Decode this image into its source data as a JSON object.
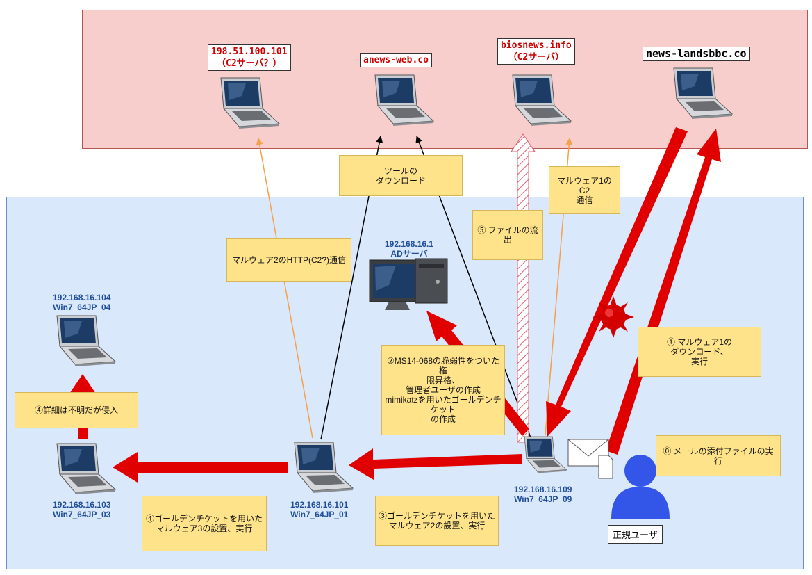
{
  "external_hosts": [
    {
      "line1": "198.51.100.101",
      "line2": "（C2サーバ？）"
    },
    {
      "line1": "anews-web.co"
    },
    {
      "line1": "biosnews.info",
      "line2": "（C2サーバ）"
    },
    {
      "line1": "news-landsbbc.co"
    }
  ],
  "internal_hosts": {
    "ad_server": {
      "ip": "192.168.16.1",
      "name": "ADサーバ"
    },
    "win7_04": {
      "ip": "192.168.16.104",
      "name": "Win7_64JP_04"
    },
    "win7_03": {
      "ip": "192.168.16.103",
      "name": "Win7_64JP_03"
    },
    "win7_01": {
      "ip": "192.168.16.101",
      "name": "Win7_64JP_01"
    },
    "win7_09": {
      "ip": "192.168.16.109",
      "name": "Win7_64JP_09"
    }
  },
  "notes": {
    "tool_download": "ツールの\nダウンロード",
    "malware1_c2": "マルウェア1のC2\n通信",
    "step5_exfil": "⑤ ファイルの流\n出",
    "malware2_http": "マルウェア2のHTTP(C2?)通信",
    "step2": "②MS14-068の脆弱性をついた権\n限昇格、\n管理者ユーザの作成\nmimikatzを用いたゴールデンチ\nケット\nの作成",
    "step1": "① マルウェア1の\nダウンロード、\n実行",
    "step4_intrusion": "④詳細は不明だが侵入",
    "step0": "⓪ メールの添付ファイルの実行",
    "step4_malware3": "④ゴールデンチケットを用いた\nマルウェア3の設置、実行",
    "step3_malware2": "③ゴールデンチケットを用いた\nマルウェア2の設置、実行"
  },
  "user": {
    "label": "正規ユーザ"
  },
  "icons": {
    "laptop": "laptop-icon",
    "desktop": "desktop-icon",
    "user": "user-icon",
    "mail": "mail-icon",
    "malware": "malware-icon"
  },
  "colors": {
    "external_zone": "#f8cecc",
    "internal_zone": "#dae8fc",
    "note": "#ffe38a",
    "attack_arrow": "#e00000",
    "c2_arrow": "#f5a04a"
  }
}
